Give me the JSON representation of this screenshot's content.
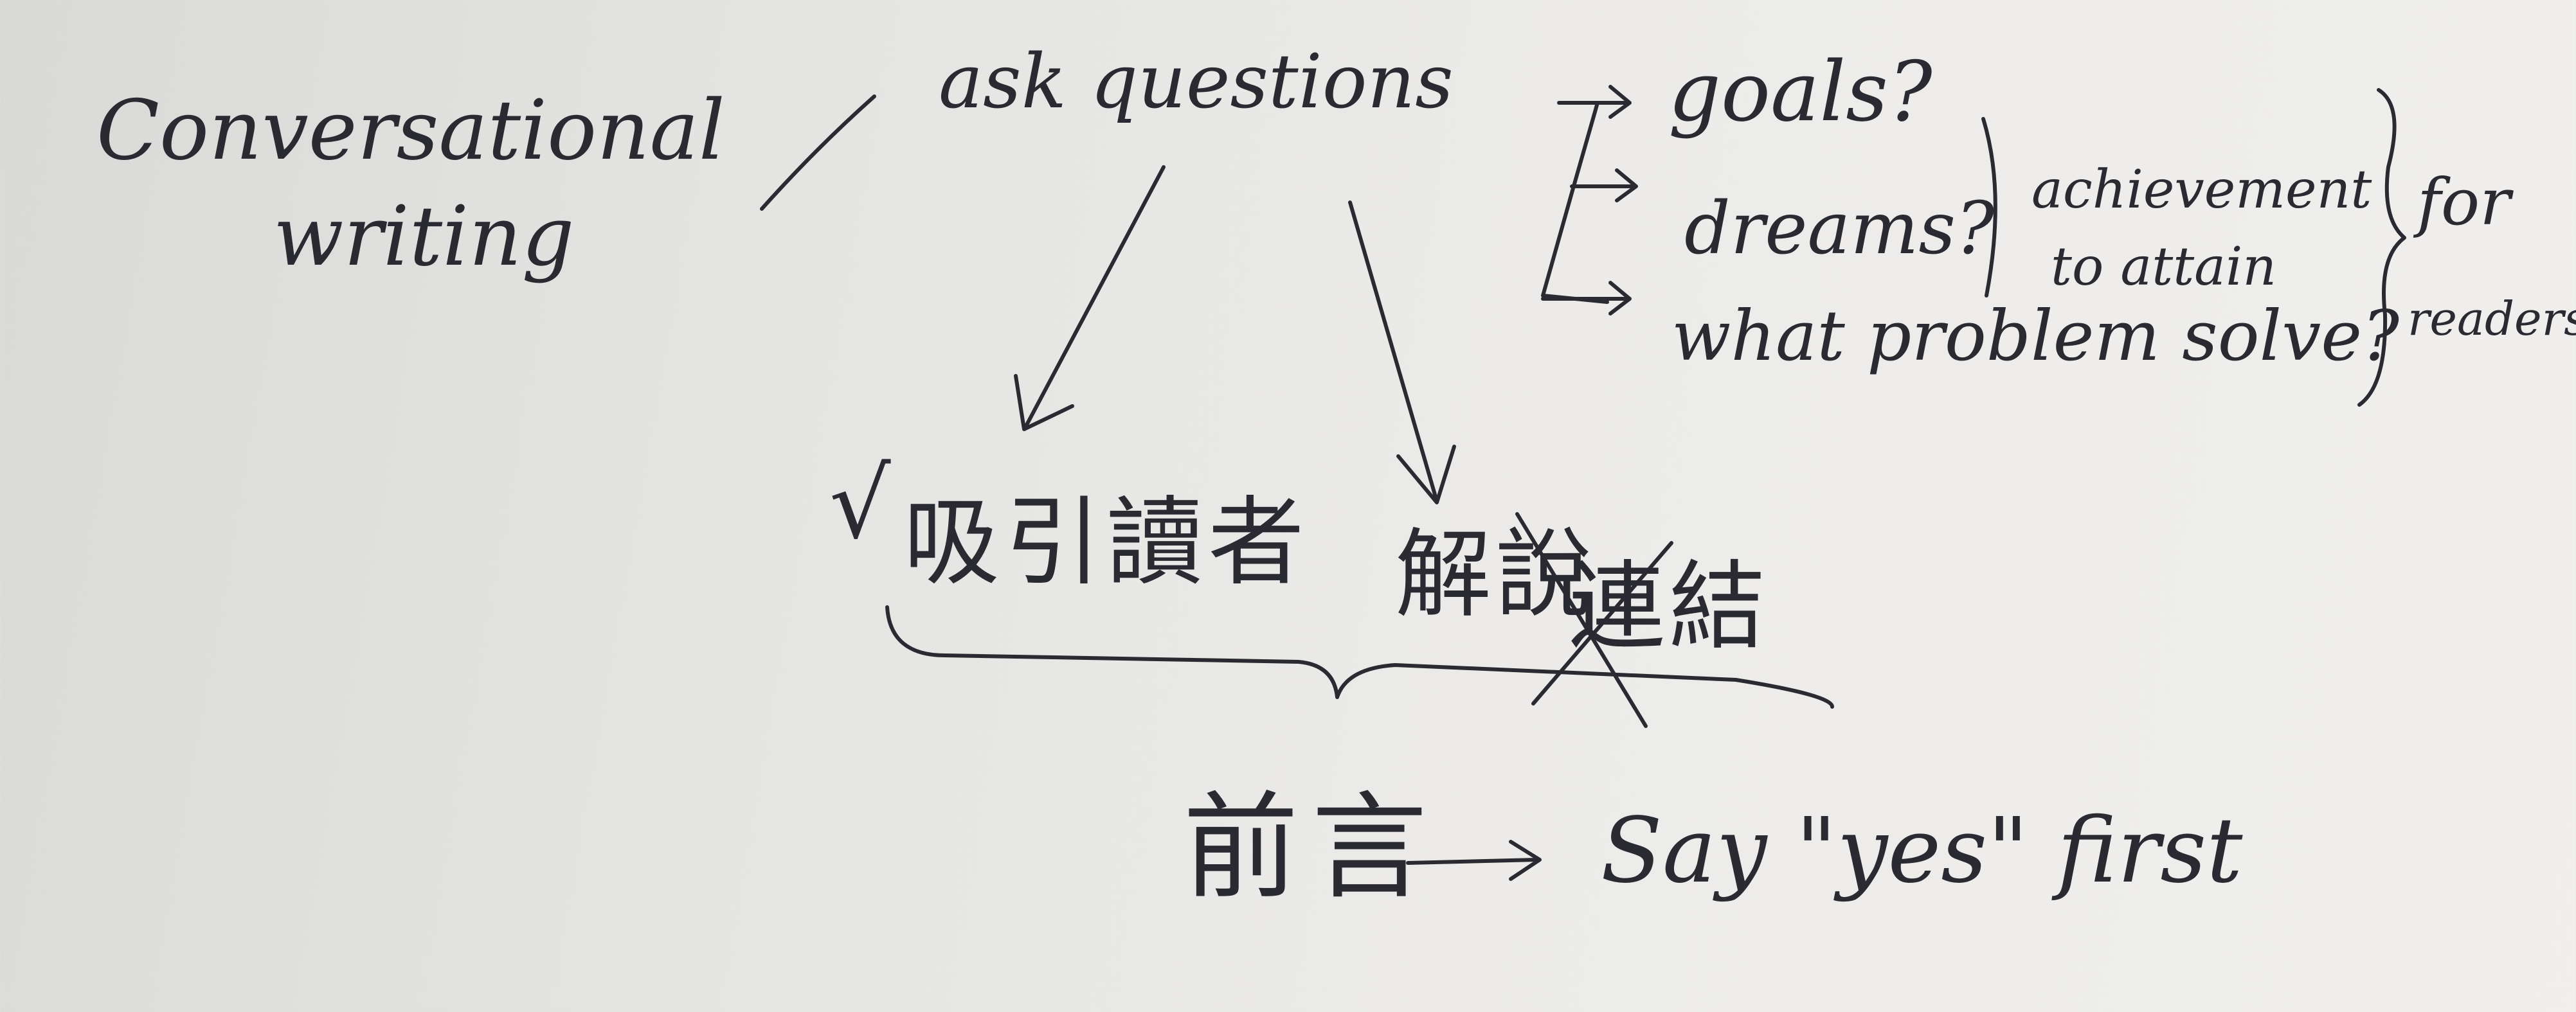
{
  "notes": {
    "topic_line1": "Conversational",
    "topic_line2": "writing",
    "ask": "ask questions",
    "goals": "goals?",
    "dreams": "dreams?",
    "problem": "what problem solve?",
    "achievement_line1": "achievement",
    "achievement_line2": "to attain",
    "for": "for",
    "readers": "readers",
    "check": "√",
    "attract": "吸引讀者",
    "explain": "解說",
    "crossed": "連結",
    "preface": "前言",
    "say_yes": "Say \"yes\" first"
  }
}
